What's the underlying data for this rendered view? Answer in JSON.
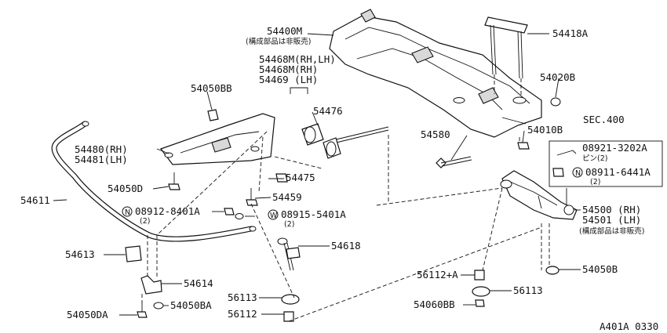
{
  "parts": {
    "p54400M": "54400M",
    "p54400M_note": "(構成部品は非販売)",
    "p54418A": "54418A",
    "p54468M_rhlh": "54468M(RH,LH)",
    "p54468M_rh": "54468M(RH)",
    "p54469": "54469  (LH)",
    "p54050BB": "54050BB",
    "p54476": "54476",
    "p54020B": "54020B",
    "p54580": "54580",
    "p54010B": "54010B",
    "sec400": "SEC.400",
    "p08921": "08921-3202A",
    "p08921_sub": "ピン(2)",
    "p08911": "08911-6441A",
    "p08911_sub": "(2)",
    "p08911_sym": "N",
    "p54480": "54480(RH)",
    "p54481": "54481(LH)",
    "p54050D": "54050D",
    "p54475": "54475",
    "p54611": "54611",
    "p54459": "54459",
    "p08912": "08912-8401A",
    "p08912_sub": "(2)",
    "p08912_sym": "N",
    "p08915": "08915-5401A",
    "p08915_sub": "(2)",
    "p08915_sym": "W",
    "p54500": "54500 (RH)",
    "p54501": "54501 (LH)",
    "p54501_note": "(構成部品は非販売)",
    "p54613": "54613",
    "p54618": "54618",
    "p54614": "54614",
    "p56112A": "56112+A",
    "p54050B": "54050B",
    "p56113a": "56113",
    "p56113b": "56113",
    "p54050DA": "54050DA",
    "p54050BA": "54050BA",
    "p56112": "56112",
    "p54060BB": "54060BB",
    "ref": "A401A 0330"
  }
}
